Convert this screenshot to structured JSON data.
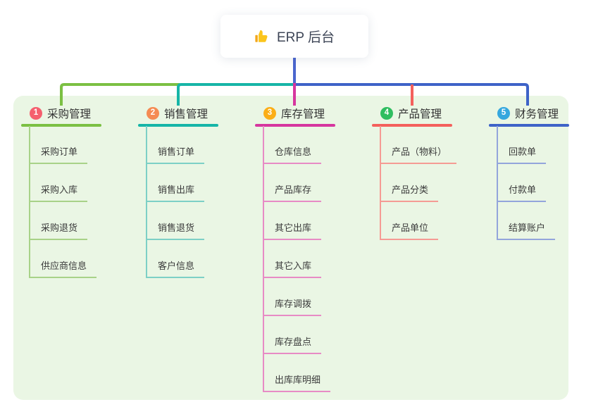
{
  "root": {
    "title": "ERP 后台",
    "icon": "thumbs-up-icon"
  },
  "colors": {
    "canvas_bg": "#FFFFFF",
    "panel_bg": "#EAF6E4",
    "root_text": "#3D4556",
    "root_connector": "#4B66CE",
    "thumb_main": "#FBC51D",
    "thumb_sleeve": "#F3A71C"
  },
  "branches": [
    {
      "badge_number": "1",
      "title": "采购管理",
      "badge_color": "#F55F6E",
      "line_color": "#7BC043",
      "child_line_color": "#A8D288",
      "children": [
        "采购订单",
        "采购入库",
        "采购退货",
        "供应商信息"
      ]
    },
    {
      "badge_number": "2",
      "title": "销售管理",
      "badge_color": "#F58B53",
      "line_color": "#16B5A7",
      "child_line_color": "#7DD0C6",
      "children": [
        "销售订单",
        "销售出库",
        "销售退货",
        "客户信息"
      ]
    },
    {
      "badge_number": "3",
      "title": "库存管理",
      "badge_color": "#FBAE17",
      "line_color": "#D6369F",
      "child_line_color": "#E78BC5",
      "children": [
        "仓库信息",
        "产品库存",
        "其它出库",
        "其它入库",
        "库存调拨",
        "库存盘点",
        "出库库明细"
      ]
    },
    {
      "badge_number": "4",
      "title": "产品管理",
      "badge_color": "#2FBE60",
      "line_color": "#F4605C",
      "child_line_color": "#F59B94",
      "children": [
        "产品（物料）",
        "产品分类",
        "产品单位"
      ]
    },
    {
      "badge_number": "5",
      "title": "财务管理",
      "badge_color": "#35A7DE",
      "line_color": "#3E63C8",
      "child_line_color": "#93A5DB",
      "children": [
        "回款单",
        "付款单",
        "结算账户"
      ]
    }
  ]
}
